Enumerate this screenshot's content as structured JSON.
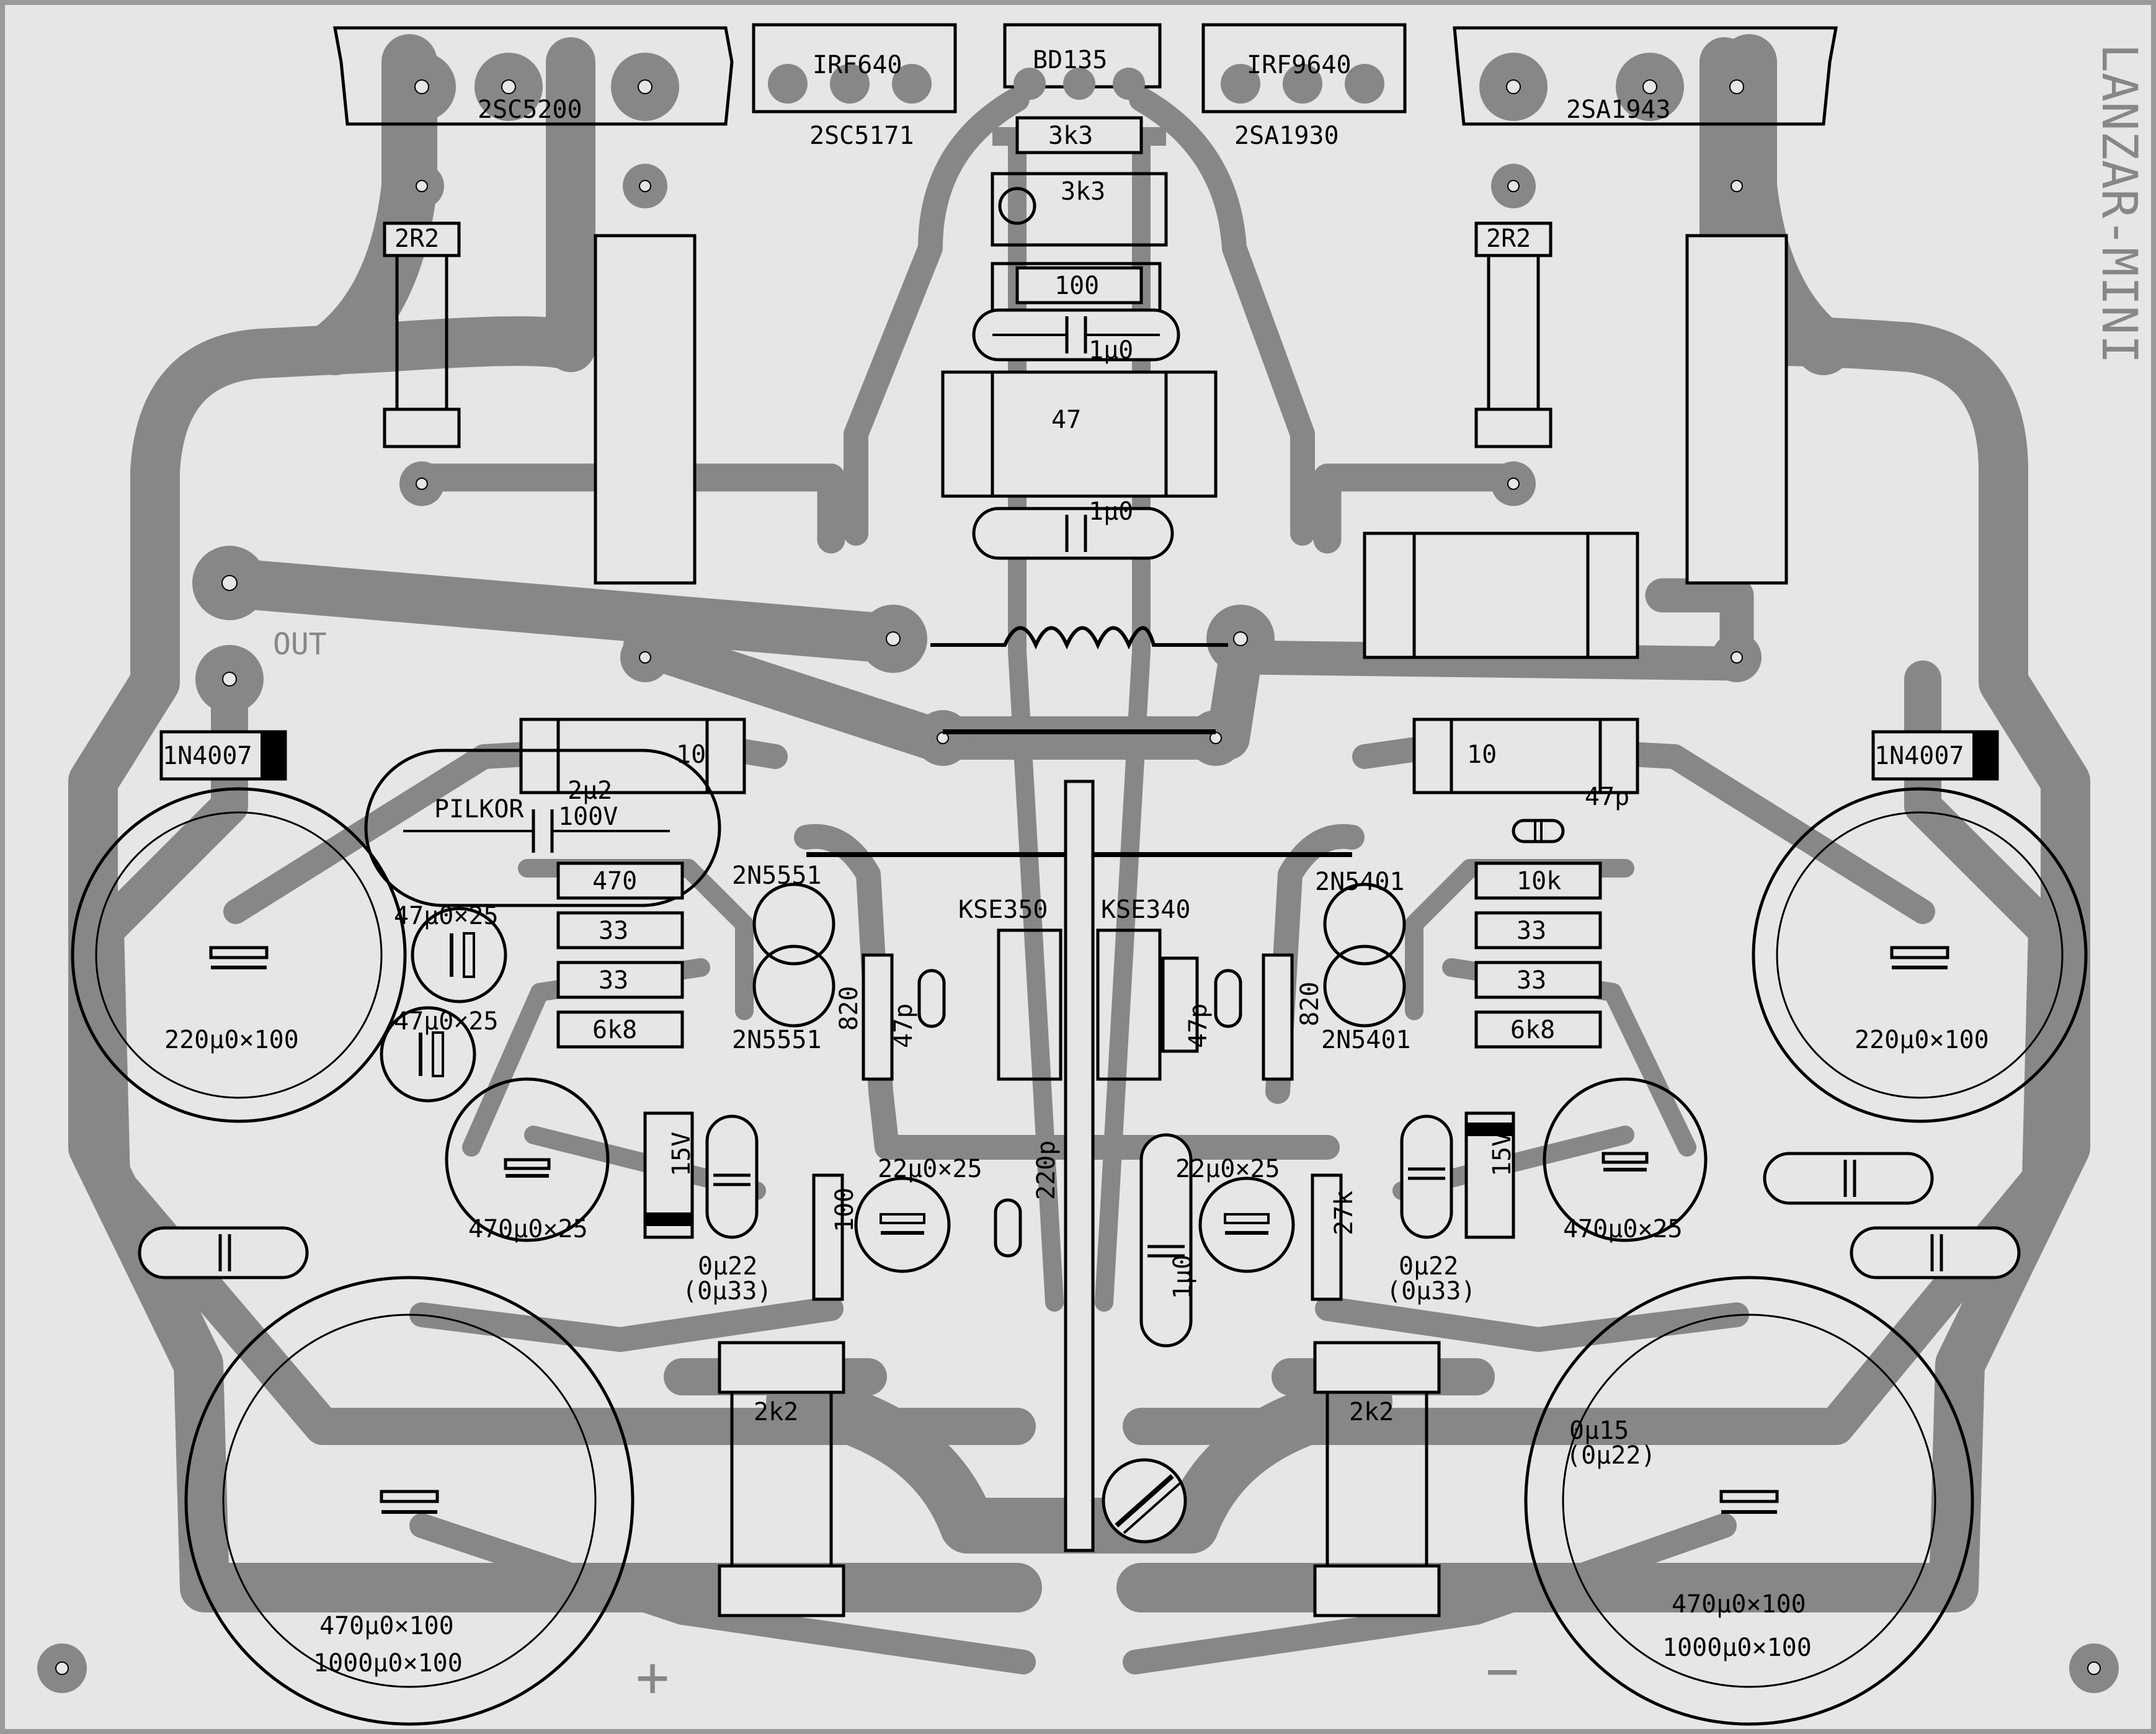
{
  "board": {
    "title": "LANZAR-MINI",
    "out_label": "OUT",
    "plus_label": "+",
    "minus_label": "−"
  },
  "output_transistors": {
    "left_npn": "2SC5200",
    "right_pnp": "2SA1943",
    "left_driver": "IRF640",
    "left_driver_alt": "2SC5171",
    "right_driver": "IRF9640",
    "right_driver_alt": "2SA1930",
    "bias": "BD135"
  },
  "resistors": {
    "top_3k3": "3k3",
    "trim_3k3": "3k3",
    "r100_top": "100",
    "r47": "47",
    "left_2R2": "2R2",
    "right_2R2": "2R2",
    "left_10": "10",
    "right_10": "10",
    "r470": "470",
    "r33a": "33",
    "r33b": "33",
    "r6k8_left": "6k8",
    "r10k": "10k",
    "r33c": "33",
    "r33d": "33",
    "r6k8_right": "6k8",
    "r820_left": "820",
    "r820_right": "820",
    "r100_mid": "100",
    "r27k": "27k",
    "r2k2_left": "2k2",
    "r2k2_right": "2k2"
  },
  "capacitors": {
    "c1u0_top": "1μ0",
    "c1u0_mid": "1μ0",
    "c2u2_line1": "2μ2",
    "c2u2_line2": "100V",
    "pilkor": "PILKOR",
    "c47p_right": "47p",
    "c47u_a": "47μ0×25",
    "c47u_b": "47μ0×25",
    "c220_left": "220μ0×100",
    "c220_right": "220μ0×100",
    "c47p_left_v": "47p",
    "c47p_right_v": "47p",
    "c22u_left": "22μ0×25",
    "c22u_right": "22μ0×25",
    "c220p": "220p",
    "c1u0_v": "1μ0",
    "c470_25_left": "470μ0×25",
    "c470_25_right": "470μ0×25",
    "c0u22_left_1": "0μ22",
    "c0u22_left_2": "(0μ33)",
    "c0u22_right_1": "0μ22",
    "c0u22_right_2": "(0μ33)",
    "c0u15_1": "0μ15",
    "c0u15_2": "(0μ22)",
    "big_left_1": "470μ0×100",
    "big_left_2": "1000μ0×100",
    "big_right_1": "470μ0×100",
    "big_right_2": "1000μ0×100"
  },
  "semis": {
    "d_left": "1N4007",
    "d_right": "1N4007",
    "q_2n5551_a": "2N5551",
    "q_2n5551_b": "2N5551",
    "q_2n5401_a": "2N5401",
    "q_2n5401_b": "2N5401",
    "q_kse350": "KSE350",
    "q_kse340": "KSE340",
    "z_left": "15V",
    "z_right": "15V"
  }
}
